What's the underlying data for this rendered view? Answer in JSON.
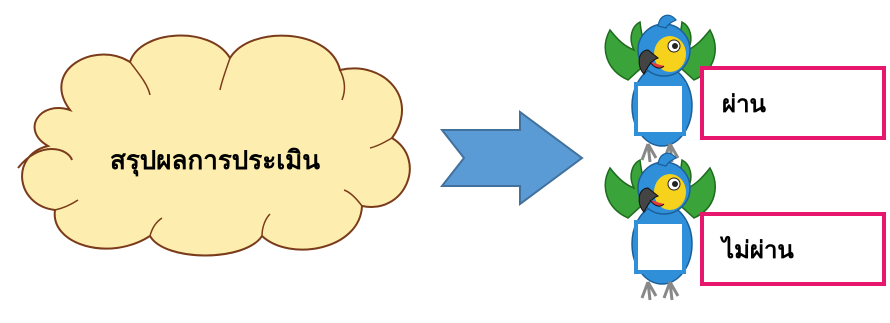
{
  "cloud": {
    "text": "สรุปผลการประเมิน",
    "fill": "#fdeeb0",
    "stroke": "#7a3b1a"
  },
  "arrow": {
    "fill": "#5b9bd5",
    "stroke": "#41719c",
    "icon": "right-arrow-icon"
  },
  "results": [
    {
      "label": "ผ่าน",
      "icon": "parrot-icon"
    },
    {
      "label": "ไม่ผ่าน",
      "icon": "parrot-icon"
    }
  ],
  "colors": {
    "box_border": "#e6176d",
    "parrot_blue": "#2f8fd8",
    "parrot_yellow": "#f7d21c",
    "parrot_green": "#3aa33a"
  }
}
